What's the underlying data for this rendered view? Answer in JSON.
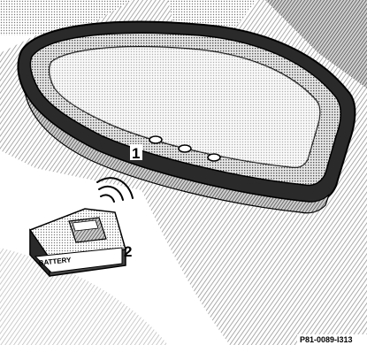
{
  "figure": {
    "callouts": [
      {
        "label": "1",
        "target": "Rear-view mirror buttons"
      },
      {
        "label": "2",
        "target": "Remote control"
      }
    ],
    "figure_code": "P81-0089-I313",
    "remote_label": "BATTERY"
  },
  "colors": {
    "ink": "#000000",
    "paper": "#ffffff",
    "hatch": "#9a9a9a",
    "shade": "#6e6e6e",
    "fill_light": "#d0d0d0",
    "fill_dark": "#3a3a3a"
  },
  "icons": {
    "mirror": "rearview-mirror-icon",
    "buttons": "mirror-button-icon",
    "remote": "remote-control-icon",
    "signal": "signal-waves-icon"
  }
}
